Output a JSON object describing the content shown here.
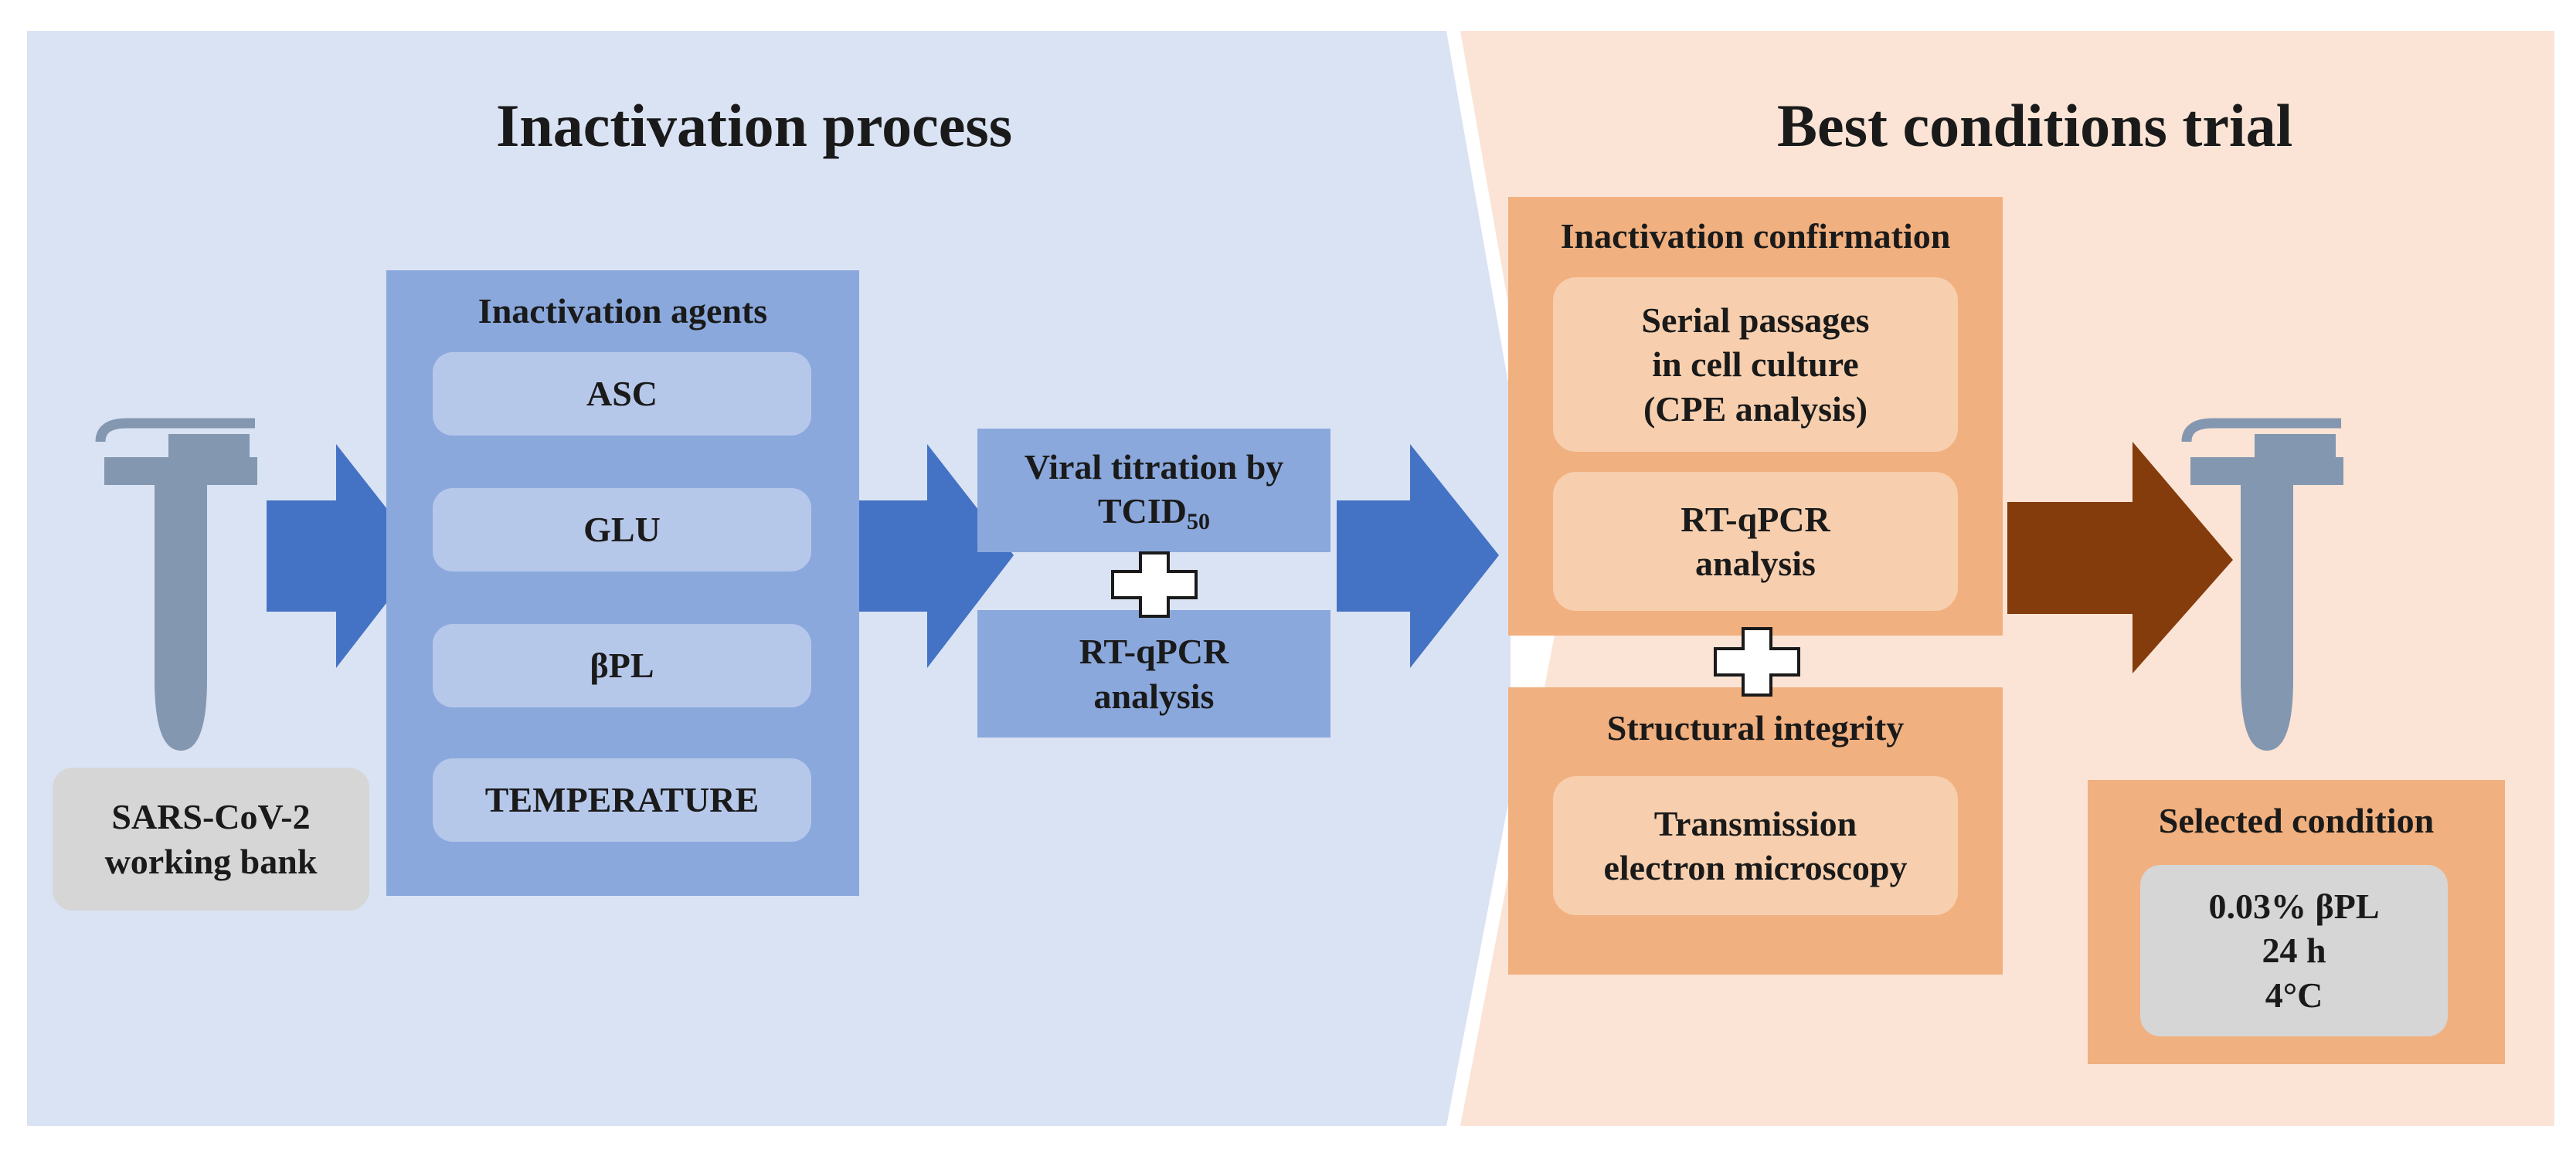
{
  "sections": {
    "left_title": "Inactivation process",
    "right_title": "Best conditions trial"
  },
  "source": {
    "label_line1": "SARS-CoV-2",
    "label_line2": "working bank"
  },
  "agents": {
    "header": "Inactivation agents",
    "items": [
      "ASC",
      "GLU",
      "βPL",
      "TEMPERATURE"
    ]
  },
  "titration": {
    "line1": "Viral titration by",
    "tcid": "TCID",
    "tcid_sub": "50",
    "rtqpcr_line1": "RT-qPCR",
    "rtqpcr_line2": "analysis"
  },
  "confirmation": {
    "header": "Inactivation confirmation",
    "serial_line1": "Serial passages",
    "serial_line2": "in cell culture",
    "serial_line3": "(CPE analysis)",
    "rtqpcr_line1": "RT-qPCR",
    "rtqpcr_line2": "analysis"
  },
  "integrity": {
    "header": "Structural integrity",
    "tem_line1": "Transmission",
    "tem_line2": "electron microscopy"
  },
  "selected": {
    "header": "Selected condition",
    "line1": "0.03% βPL",
    "line2": "24 h",
    "line3": "4°C"
  },
  "colors": {
    "left_background": "#dae3f3",
    "right_background": "#fbe4d5",
    "blue_panel": "#8aa8dc",
    "blue_arrow": "#4472c4",
    "orange_panel": "#f1b07f",
    "brown_arrow": "#843c0c",
    "tube": "#8497b0"
  }
}
